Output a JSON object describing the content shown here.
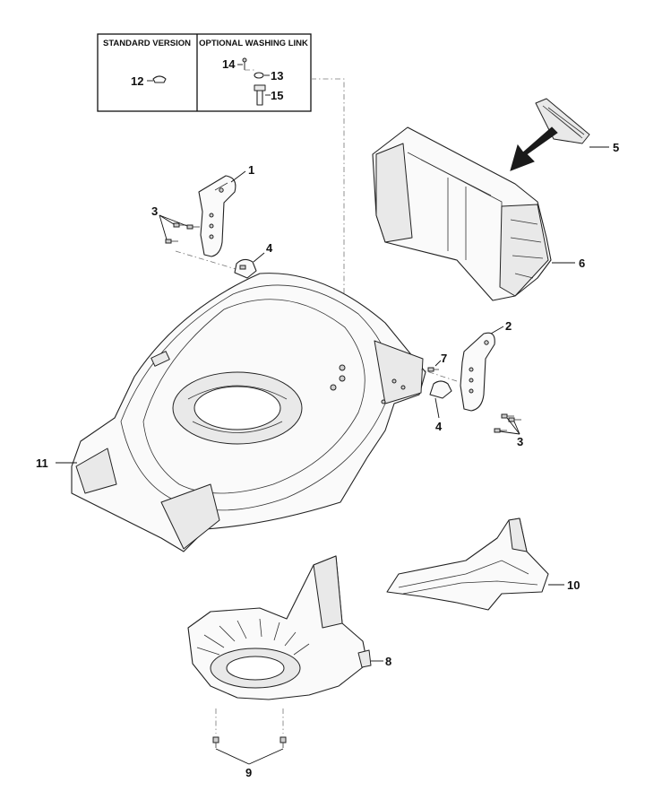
{
  "inset": {
    "standard_header": "STANDARD VERSION",
    "optional_header": "OPTIONAL WASHING LINK"
  },
  "callouts": {
    "c1": "1",
    "c2": "2",
    "c3a": "3",
    "c3b": "3",
    "c4a": "4",
    "c4b": "4",
    "c5": "5",
    "c6": "6",
    "c7": "7",
    "c8": "8",
    "c9": "9",
    "c10": "10",
    "c11": "11",
    "c12": "12",
    "c13": "13",
    "c14": "14",
    "c15": "15"
  },
  "colors": {
    "line": "#222222",
    "arrow": "#1a1a1a",
    "paper": "#ffffff"
  }
}
